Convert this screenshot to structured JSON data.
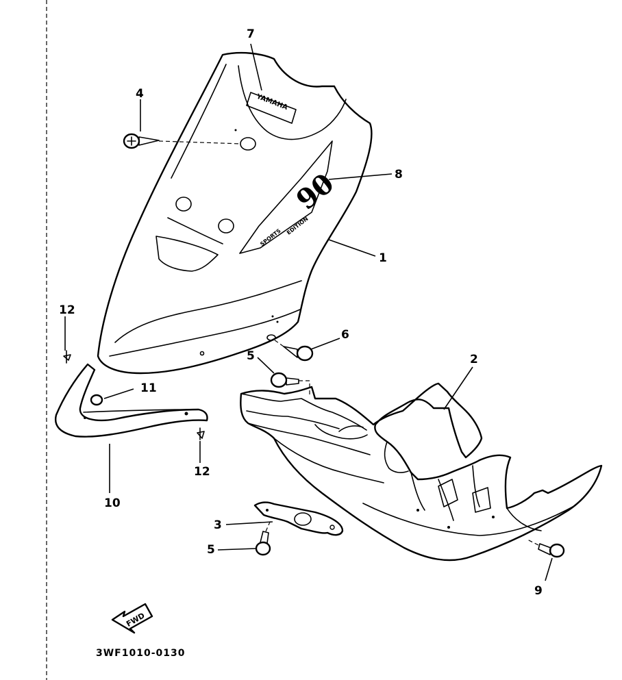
{
  "callouts": {
    "c1": "1",
    "c2": "2",
    "c3": "3",
    "c4": "4",
    "c5a": "5",
    "c5b": "5",
    "c6": "6",
    "c7": "7",
    "c8": "8",
    "c9": "9",
    "c10": "10",
    "c11": "11",
    "c12a": "12",
    "c12b": "12"
  },
  "emblem_text": "YAMAHA",
  "decal": {
    "big": "90",
    "line1": "SPORTS",
    "line2": "EDITION"
  },
  "fwd_label": "FWD",
  "diagram_code": "3WF1010-0130"
}
